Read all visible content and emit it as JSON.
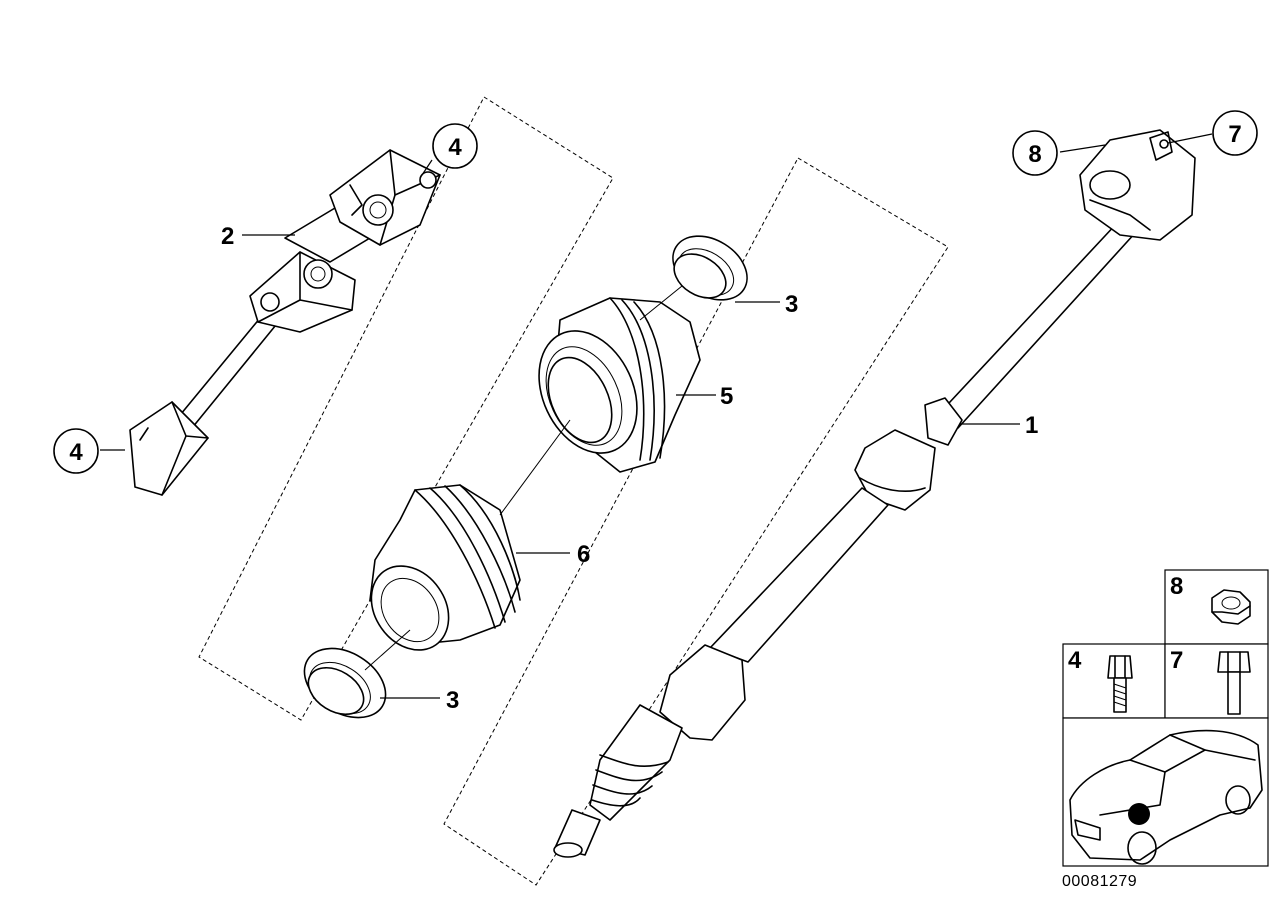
{
  "diagram": {
    "parts": {
      "p1": "1",
      "p2": "2",
      "p3a": "3",
      "p3b": "3",
      "p4a": "4",
      "p4b": "4",
      "p5": "5",
      "p6": "6",
      "p7": "7",
      "p8": "8"
    },
    "legend": {
      "cell8": "8",
      "cell4": "4",
      "cell7": "7"
    },
    "document_number": "00081279"
  }
}
